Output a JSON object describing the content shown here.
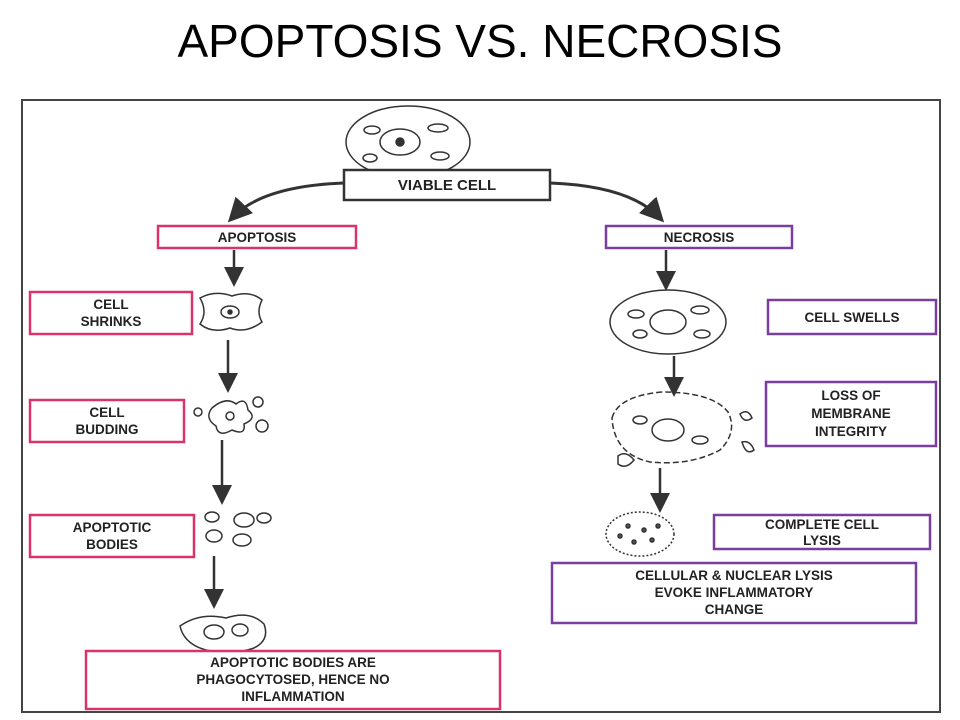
{
  "title": "APOPTOSIS VS. NECROSIS",
  "colors": {
    "apoptosis": "#d8336b",
    "necrosis": "#7a3f9e",
    "neutral": "#333333"
  },
  "viable_cell": [
    "VIABLE CELL"
  ],
  "apoptosis": {
    "header": [
      "APOPTOSIS"
    ],
    "steps": [
      [
        "CELL",
        "SHRINKS"
      ],
      [
        "CELL",
        "BUDDING"
      ],
      [
        "APOPTOTIC",
        "BODIES"
      ],
      [
        "APOPTOTIC BODIES ARE",
        "PHAGOCYTOSED, HENCE NO",
        "INFLAMMATION"
      ]
    ]
  },
  "necrosis": {
    "header": [
      "NECROSIS"
    ],
    "steps": [
      [
        "CELL SWELLS"
      ],
      [
        "LOSS OF",
        "MEMBRANE",
        "INTEGRITY"
      ],
      [
        "COMPLETE CELL",
        "LYSIS"
      ],
      [
        "CELLULAR & NUCLEAR LYSIS",
        "EVOKE INFLAMMATORY",
        "CHANGE"
      ]
    ]
  }
}
